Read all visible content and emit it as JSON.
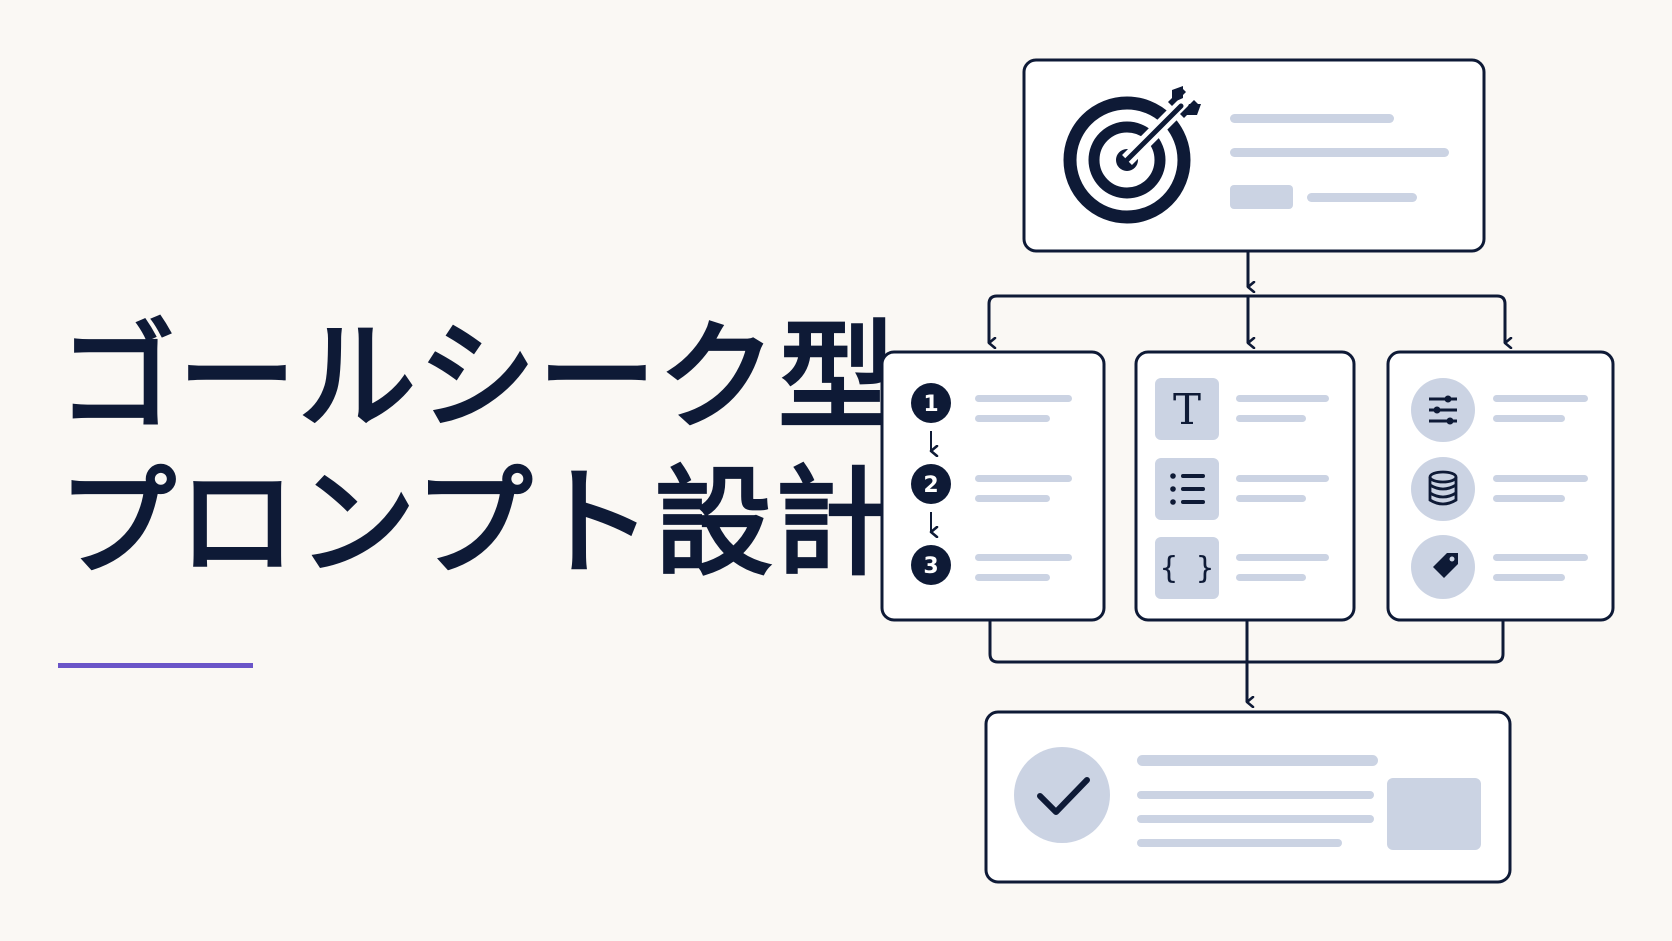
{
  "title": {
    "line1": "ゴールシーク型",
    "line2": "プロンプト設計"
  },
  "colors": {
    "background": "#faf8f4",
    "ink": "#0e1a36",
    "accent": "#6a55c8",
    "placeholder": "#cbd3e3"
  },
  "diagram": {
    "top_box": {
      "icon": "target-arrow-icon"
    },
    "branches": [
      {
        "icons": [
          "number-1-icon",
          "number-2-icon",
          "number-3-icon"
        ]
      },
      {
        "icons": [
          "text-T-icon",
          "bulleted-list-icon",
          "code-braces-icon"
        ]
      },
      {
        "icons": [
          "sliders-icon",
          "database-icon",
          "tag-icon"
        ]
      }
    ],
    "bottom_box": {
      "icon": "checkmark-icon"
    },
    "step_numbers": [
      "1",
      "2",
      "3"
    ],
    "text_glyph": "T",
    "code_glyph": "{ }"
  }
}
